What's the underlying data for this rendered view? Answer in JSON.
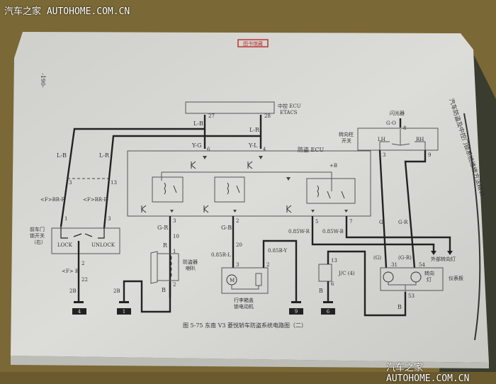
{
  "watermark_top": "汽车之家  AUTOHOME.COM.CN",
  "watermark_bottom": "汽车之家  AUTOHOME.COM.CN",
  "book": {
    "page_number": "-190-",
    "side_title": "汽车防盗及中控门锁系统维修方法精讲",
    "stamp": "图书馆藏"
  },
  "diagram": {
    "caption": "图 5-75   东南 V3 菱悦轿车防盗系统电路图（二）",
    "etacs": {
      "line1": "中控 ECU",
      "line2": "ETACS",
      "pin_a": "27",
      "pin_b": "28"
    },
    "ecu": {
      "label": "防盗 ECU",
      "pin_y_g": "6",
      "pin_y_l": "4",
      "plus_b": "+B",
      "pin_3": "3",
      "pin_2": "2",
      "pin_5": "5",
      "pin_7": "7"
    },
    "wires": {
      "lb_top": "L-B",
      "lr_top": "L-R",
      "yg": "Y-G",
      "yl": "Y-L",
      "lb_left": "L-B",
      "lr_left": "L-R",
      "fbr_r": "<F>BR-R",
      "fbr_b": "<F>BR-B",
      "fb": "<F> B",
      "twob_a": "2B",
      "twob_b": "2B",
      "gr": "G-R",
      "r": "R",
      "b_speaker": "B",
      "gb": "G-B",
      "r_l": "0.85R-L",
      "b_y": "0.85B-Y",
      "w_r": "0.85W-R",
      "w_b": "0.85W-B",
      "g": "G",
      "g_r": "G-R",
      "g_o": "G-O",
      "b_jc": "B",
      "b_meter": "B",
      "g_paren": "(G)",
      "gr_paren": "(G-R)"
    },
    "pins": {
      "p3": "3",
      "p13": "13",
      "p1": "1",
      "p3b": "3",
      "p2": "2",
      "p22": "22",
      "p10": "10",
      "sp1": "1",
      "sp2": "2",
      "p20": "20",
      "m3": "3",
      "m2": "2",
      "jc13": "13",
      "jc6": "6",
      "p31": "31",
      "p54": "54",
      "p53": "53",
      "p8": "8",
      "p3c": "3",
      "p9": "9"
    },
    "door_switch": {
      "label1": "前车门",
      "label2": "锁开关",
      "label3": "（右）",
      "lock": "LOCK",
      "unlock": "UNLOCK"
    },
    "speaker": {
      "label1": "防盗器",
      "label2": "喇叭"
    },
    "motor": {
      "label1": "行李箱盖",
      "label2": "锁电动机",
      "m": "M"
    },
    "jc": {
      "label": "J/C (4)"
    },
    "meter": {
      "label": "仪表板",
      "lamp1": "转向",
      "lamp2": "灯"
    },
    "ext_lamp": "外部转向灯",
    "flasher": "闪光器",
    "column_switch": {
      "label1": "转向柱",
      "label2": "开关",
      "lh": "LH",
      "rh": "RH"
    },
    "grounds": [
      "4",
      "1",
      "9",
      "6"
    ]
  }
}
